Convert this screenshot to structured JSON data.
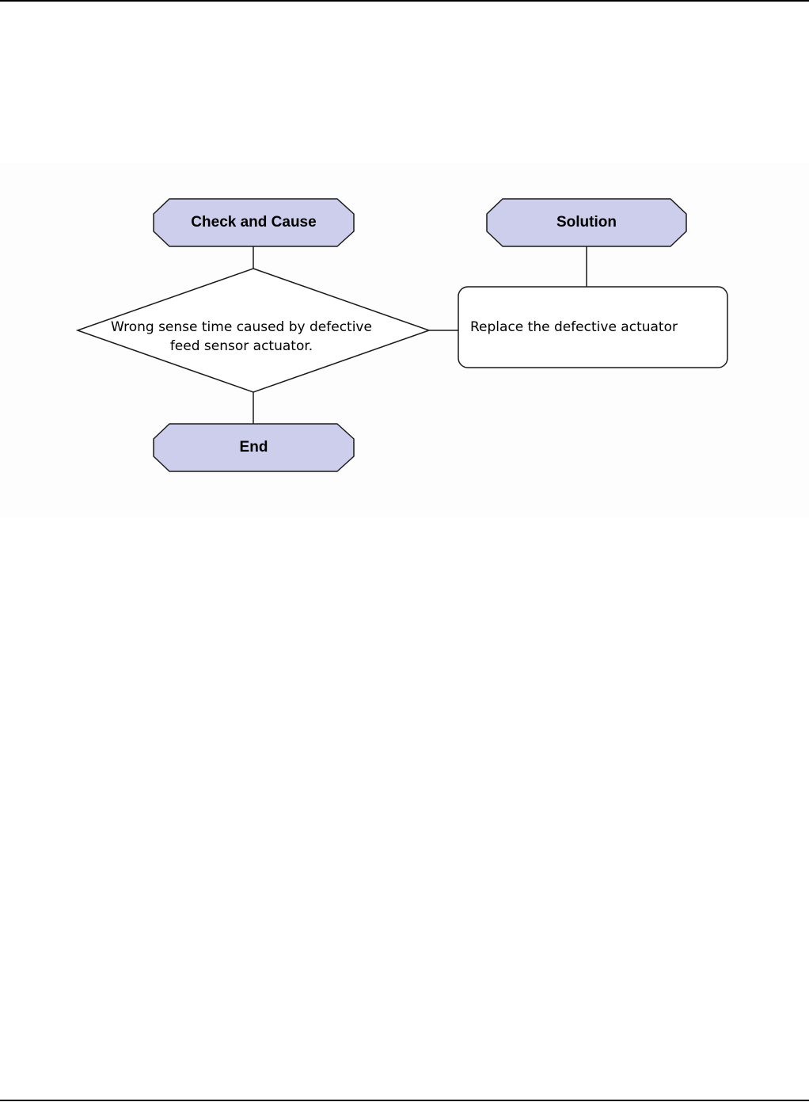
{
  "diagram": {
    "check_cause_label": "Check and Cause",
    "solution_label": "Solution",
    "end_label": "End",
    "decision_line1": "Wrong sense time caused by defective",
    "decision_line2": "feed sensor actuator.",
    "solution_text": "Replace the defective actuator"
  },
  "colors": {
    "terminal_fill": "#cdcdec",
    "stroke": "#1a1a1a",
    "page_rule": "#000000"
  }
}
